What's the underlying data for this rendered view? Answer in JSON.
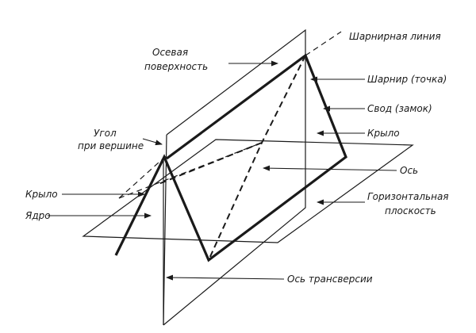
{
  "labels": {
    "hinge_line": "Шарнирная линия",
    "axial_surface_1": "Осевая",
    "axial_surface_2": "поверхность",
    "hinge_point": "Шарнир (точка)",
    "crest": "Свод (замок)",
    "wing_right": "Крыло",
    "axis": "Ось",
    "horizontal_plane_1": "Горизонтальная",
    "horizontal_plane_2": "плоскость",
    "apex_angle_1": "Угол",
    "apex_angle_2": "при вершине",
    "wing_left": "Крыло",
    "core": "Ядро",
    "transverse_axis": "Ось трансверсии"
  }
}
